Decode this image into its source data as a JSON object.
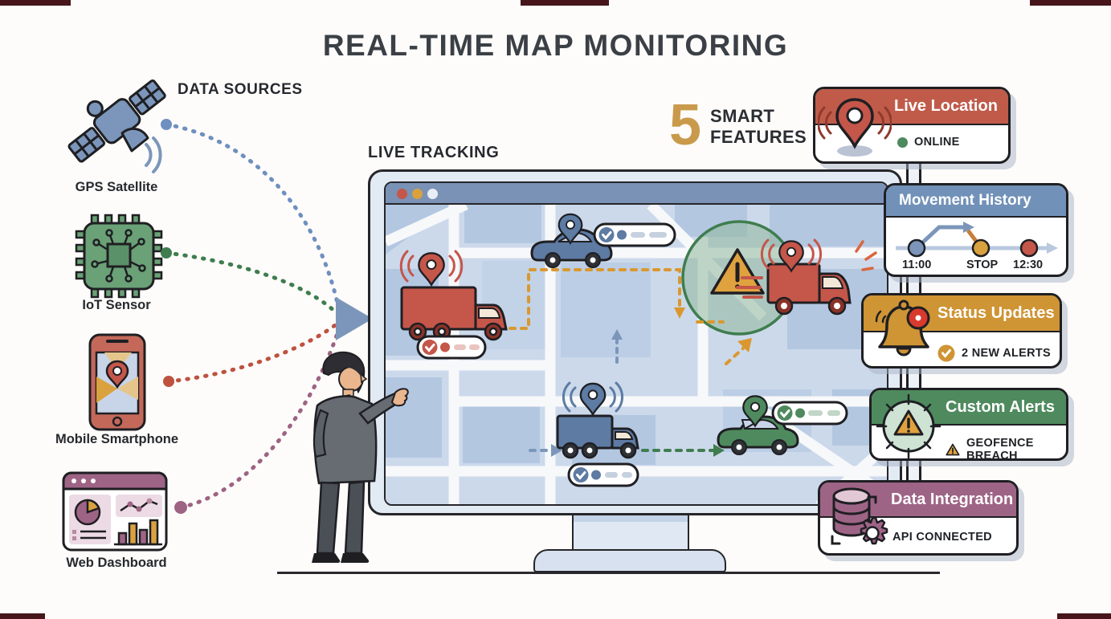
{
  "title": "REAL-TIME MAP MONITORING",
  "data_sources": {
    "heading": "DATA SOURCES",
    "items": [
      {
        "name": "gps-satellite",
        "label": "GPS Satellite",
        "color": "#7b96ba"
      },
      {
        "name": "iot-sensor",
        "label": "IoT Sensor",
        "color": "#4e8a5e"
      },
      {
        "name": "mobile-smartphone",
        "label": "Mobile Smartphone",
        "color": "#c05b4a"
      },
      {
        "name": "web-dashboard",
        "label": "Web Dashboard",
        "color": "#9e6486"
      }
    ]
  },
  "live_tracking": {
    "heading": "LIVE TRACKING",
    "map": {
      "vehicles": [
        "red-truck",
        "blue-car",
        "red-delivery-van",
        "blue-truck",
        "green-car"
      ],
      "markers": [
        "red-pin",
        "blue-pin",
        "red-pin",
        "blue-pin",
        "green-pin"
      ],
      "zones": [
        "geofence-circle",
        "warning-triangle"
      ]
    }
  },
  "smart_features": {
    "count": "5",
    "label_line1": "SMART",
    "label_line2": "FEATURES",
    "accent_color": "#c99a4b"
  },
  "cards": [
    {
      "title": "Live Location",
      "status": "ONLINE",
      "header_color": "#c05b4a",
      "icon": "location-pin-icon",
      "status_dot_color": "#4e8a5e"
    },
    {
      "title": "Movement History",
      "header_color": "#7191b8",
      "icon": "timeline-icon",
      "timeline": {
        "start": "11:00",
        "middle": "STOP",
        "end": "12:30"
      }
    },
    {
      "title": "Status Updates",
      "status": "2 NEW ALERTS",
      "header_color": "#cf9434",
      "icon": "bell-icon"
    },
    {
      "title": "Custom Alerts",
      "status": "GEOFENCE BREACH",
      "header_color": "#4e8a5e",
      "icon": "geofence-crosshair-icon"
    },
    {
      "title": "Data Integration",
      "status": "API CONNECTED",
      "header_color": "#9e6486",
      "icon": "database-gear-icon"
    }
  ]
}
